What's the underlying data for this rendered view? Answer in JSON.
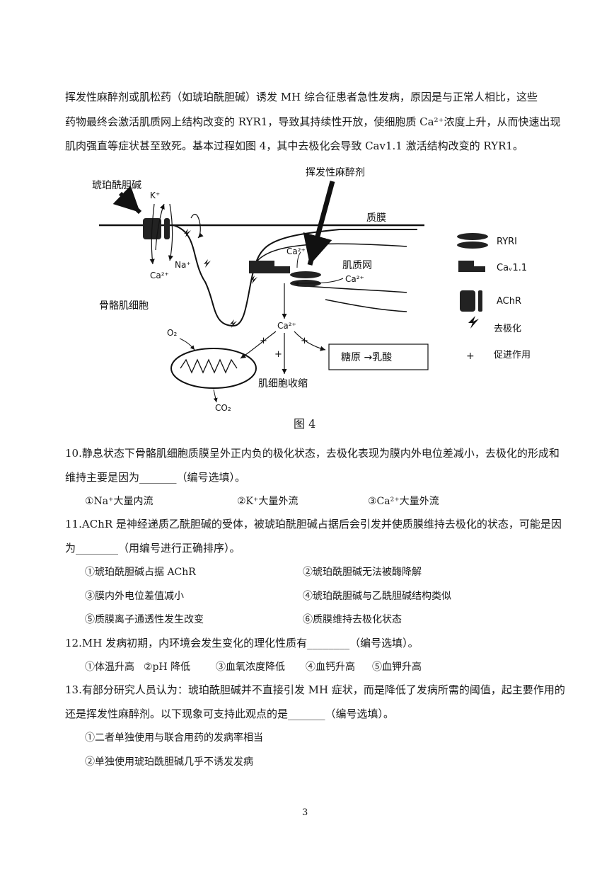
{
  "intro": {
    "line1": "挥发性麻醉剂或肌松药（如琥珀酰胆碱）诱发 MH 综合征患者急性发病，原因是与正常人相比，这些",
    "line2": "药物最终会激活肌质网上结构改变的 RYR1，导致其持续性开放，使细胞质 Ca²⁺浓度上升，从而快速出现",
    "line3": "肌肉强直等症状甚至致死。基本过程如图 4，其中去极化会导致 Cav1.1 激活结构改变的 RYR1。"
  },
  "figure": {
    "caption": "图 4",
    "labels": {
      "succinylcholine": "琥珀酰胆碱",
      "anesthetic": "挥发性麻醉剂",
      "membrane": "质膜",
      "k_ion": "K⁺",
      "na_ion": "Na⁺",
      "ca_ion_left": "Ca²⁺",
      "ca_ion_top": "Ca²⁺",
      "ca_ion_right": "Ca²⁺",
      "ca_ion_center": "Ca²⁺",
      "sr": "肌质网",
      "cell": "骨骼肌细胞",
      "o2": "O₂",
      "co2": "CO₂",
      "contraction": "肌细胞收缩",
      "glycogen": "糖原 →乳酸",
      "plus": "+"
    },
    "legend": [
      {
        "icon": "ryr1-icon",
        "label": "RYRI"
      },
      {
        "icon": "cav11-icon",
        "label": "Caᵥ1.1"
      },
      {
        "icon": "achr-icon",
        "label": "AChR"
      },
      {
        "icon": "depolarization-icon",
        "label": "去极化"
      },
      {
        "icon": "plus-icon",
        "label": "促进作用"
      }
    ]
  },
  "q10": {
    "line1": "10.静息状态下骨骼肌细胞质膜呈外正内负的极化状态，去极化表现为膜内外电位差减小，去极化的形成和",
    "line2": "维持主要是因为_______（编号选填）。",
    "options": [
      "①Na⁺大量内流",
      "②K⁺大量外流",
      "③Ca²⁺大量外流"
    ]
  },
  "q11": {
    "line1": "11.AChR 是神经递质乙酰胆碱的受体，被琥珀酰胆碱占据后会引发并使质膜维持去极化的状态，可能是因",
    "line2": "为________（用编号进行正确排序）。",
    "options": [
      "①琥珀酰胆碱占据 AChR",
      "②琥珀酰胆碱无法被酶降解",
      "③膜内外电位差值减小",
      "④琥珀酰胆碱与乙酰胆碱结构类似",
      "⑤质膜离子通透性发生改变",
      "⑥质膜维持去极化状态"
    ]
  },
  "q12": {
    "line1": "12.MH 发病初期，内环境会发生变化的理化性质有________（编号选填）。",
    "options": [
      "①体温升高",
      "②pH 降低",
      "③血氧浓度降低",
      "④血钙升高",
      "⑤血钾升高"
    ]
  },
  "q13": {
    "line1": "13.有部分研究人员认为：琥珀酰胆碱并不直接引发 MH 症状，而是降低了发病所需的阈值，起主要作用的",
    "line2": "还是挥发性麻醉剂。以下现象可支持此观点的是_______（编号选填）。",
    "options": [
      "①二者单独使用与联合用药的发病率相当",
      "②单独使用琥珀酰胆碱几乎不诱发发病"
    ]
  },
  "page_number": "3"
}
